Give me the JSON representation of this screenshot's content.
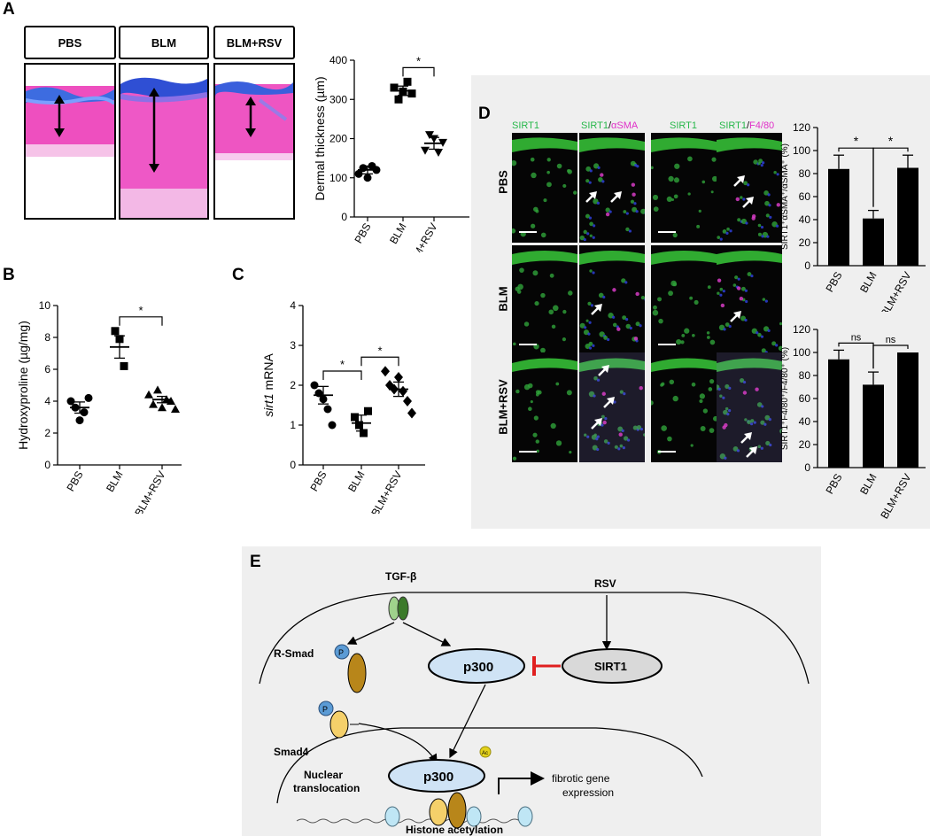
{
  "panels": {
    "A": {
      "letter": "A",
      "groups": [
        "PBS",
        "BLM",
        "BLM+RSV"
      ]
    },
    "B": {
      "letter": "B"
    },
    "C": {
      "letter": "C"
    },
    "D": {
      "letter": "D",
      "col_labels": [
        "SIRT1",
        "SIRT1",
        "/",
        "αSMA",
        "SIRT1",
        "SIRT1",
        "/",
        "F4/80"
      ],
      "row_labels": [
        "PBS",
        "BLM",
        "BLM+RSV"
      ]
    },
    "E": {
      "letter": "E",
      "tgf": "TGF-β",
      "rsv": "RSV",
      "rsmad": "R-Smad",
      "smad4": "Smad4",
      "p300_top": "p300",
      "sirt1": "SIRT1",
      "p300_nuc": "p300",
      "phospho": "P",
      "ac": "Ac",
      "nuclear1": "Nuclear",
      "nuclear2": "translocation",
      "fibrotic1": "fibrotic gene",
      "fibrotic2": "expression",
      "histone": "Histone acetylation"
    }
  },
  "chart_data": [
    {
      "id": "A-dermal-thickness",
      "type": "scatter",
      "ylabel": "Dermal thickness (µm)",
      "categories": [
        "PBS",
        "BLM",
        "BLM+RSV"
      ],
      "yticks": [
        "0",
        "100",
        "200",
        "300",
        "400"
      ],
      "ylim": [
        0,
        400
      ],
      "points": [
        [
          110,
          125,
          100,
          130,
          120
        ],
        [
          330,
          300,
          320,
          345,
          315
        ],
        [
          170,
          210,
          200,
          165,
          190
        ]
      ],
      "mean": [
        120,
        322,
        188
      ],
      "sem": [
        10,
        12,
        15
      ],
      "significance": [
        {
          "from": 1,
          "to": 2,
          "label": "*"
        }
      ]
    },
    {
      "id": "B-hydroxyproline",
      "type": "scatter",
      "ylabel": "Hydroxyproline (µg/mg)",
      "categories": [
        "PBS",
        "BLM",
        "BLM+RSV"
      ],
      "yticks": [
        "0",
        "2",
        "4",
        "6",
        "8",
        "10"
      ],
      "ylim": [
        0,
        10
      ],
      "points": [
        [
          4.0,
          3.6,
          2.8,
          3.3,
          4.2
        ],
        [
          8.4,
          7.9,
          6.2
        ],
        [
          4.4,
          3.8,
          4.7,
          3.6,
          4.1,
          4.0,
          3.5
        ]
      ],
      "mean": [
        3.6,
        7.4,
        4.1
      ],
      "sem": [
        0.35,
        0.7,
        0.2
      ],
      "significance": [
        {
          "from": 1,
          "to": 2,
          "label": "*"
        }
      ]
    },
    {
      "id": "C-sirt1-mrna",
      "type": "scatter",
      "ylabel_italic": "sirt1",
      "ylabel_rest": " mRNA",
      "categories": [
        "PBS",
        "BLM",
        "BLM+RSV"
      ],
      "yticks": [
        "0",
        "1",
        "2",
        "3",
        "4"
      ],
      "ylim": [
        0,
        4
      ],
      "points": [
        [
          2.0,
          1.8,
          1.65,
          1.4,
          1.0
        ],
        [
          1.2,
          1.0,
          0.8,
          1.35
        ],
        [
          2.35,
          2.0,
          1.9,
          2.2,
          1.85,
          1.6,
          1.3
        ]
      ],
      "mean": [
        1.75,
        1.05,
        1.9
      ],
      "sem": [
        0.22,
        0.2,
        0.18
      ],
      "significance": [
        {
          "from": 0,
          "to": 1,
          "label": "*"
        },
        {
          "from": 1,
          "to": 2,
          "label": "*"
        }
      ]
    },
    {
      "id": "D-sirt1-asma",
      "type": "bar",
      "ylabel": "SIRT1⁺αSMA⁺/αSMA⁺ (%)",
      "categories": [
        "PBS",
        "BLM",
        "BLM+RSV"
      ],
      "values": [
        84,
        41,
        85
      ],
      "errors": [
        12,
        7,
        11
      ],
      "yticks": [
        "0",
        "20",
        "40",
        "60",
        "80",
        "100",
        "120"
      ],
      "ylim": [
        0,
        120
      ],
      "significance": [
        {
          "from": 0,
          "to": 1,
          "label": "*"
        },
        {
          "from": 1,
          "to": 2,
          "label": "*"
        }
      ]
    },
    {
      "id": "D-sirt1-f480",
      "type": "bar",
      "ylabel": "SIRT1⁺F4/80⁺/F4/80⁺ (%)",
      "categories": [
        "PBS",
        "BLM",
        "BLM+RSV"
      ],
      "values": [
        94,
        72,
        100
      ],
      "errors": [
        8,
        11,
        0
      ],
      "yticks": [
        "0",
        "20",
        "40",
        "60",
        "80",
        "100",
        "120"
      ],
      "ylim": [
        0,
        120
      ],
      "significance": [
        {
          "from": 0,
          "to": 1,
          "label": "ns"
        },
        {
          "from": 1,
          "to": 2,
          "label": "ns"
        }
      ]
    }
  ]
}
